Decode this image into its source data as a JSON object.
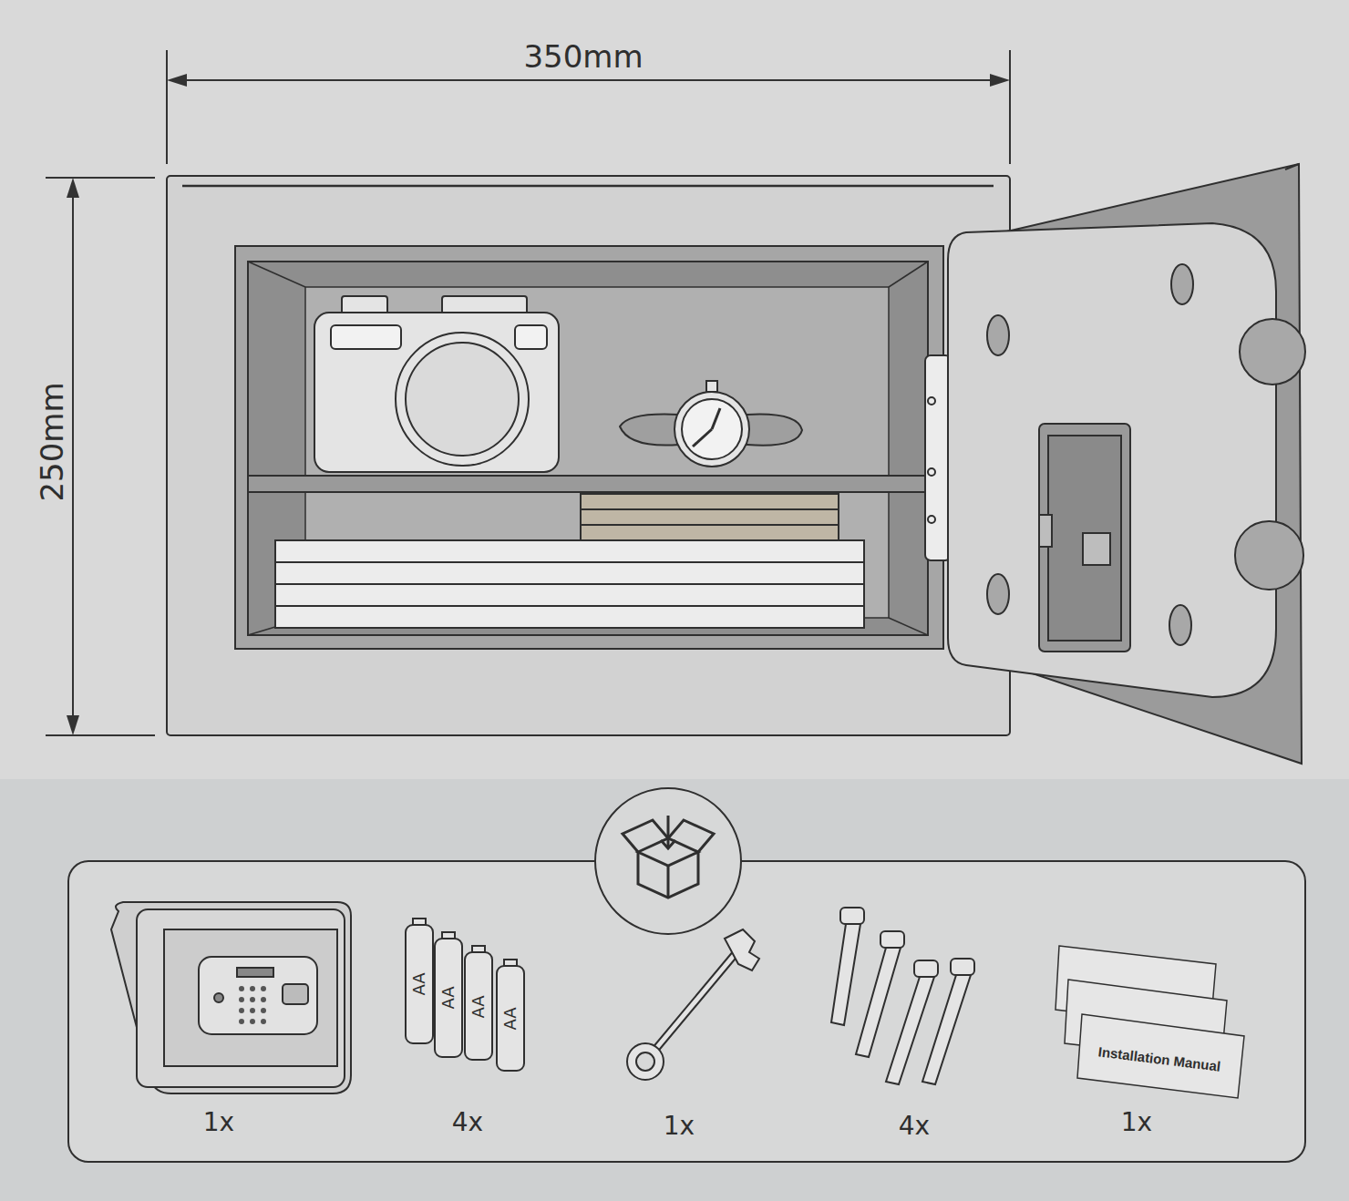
{
  "diagram": {
    "labels": [
      "350mm",
      "250mm",
      "AA",
      "AA",
      "AA",
      "AA",
      "1x",
      "4x",
      "1x",
      "4x",
      "1x",
      "Installation Manual"
    ]
  }
}
